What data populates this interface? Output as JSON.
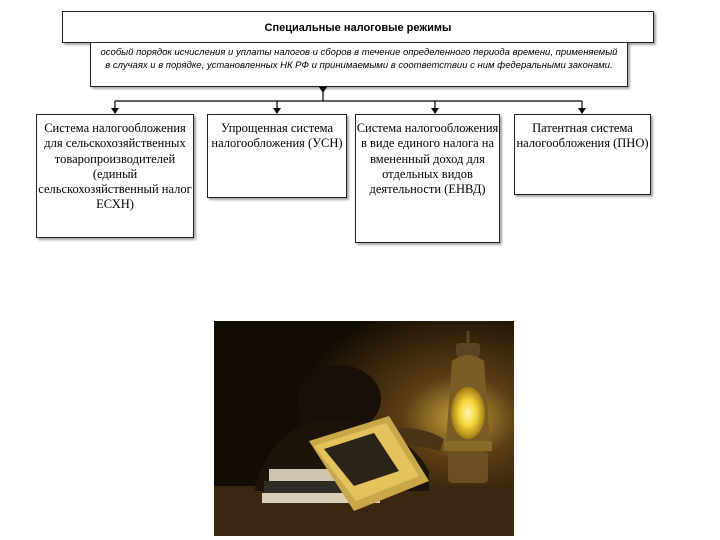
{
  "diagram": {
    "title": "Специальные налоговые режимы",
    "definition": "особый порядок исчисления и уплаты налогов и сборов в течение определенного периода времени, применяемый в случаях и в порядке, установленных НК РФ и принимаемыми в соответствии с ним федеральными законами.",
    "regimes": [
      "Система налогообложения для сельскохозяйственных товаропроизводителей (единый сельскохозяйственный налог ЕСХН)",
      "Упрощенная система налогообложения (УСН)",
      "Система налогообложения в виде единого налога на вмененный доход для отдельных видов деятельности (ЕНВД)",
      "Патентная система налогообложения (ПНО)"
    ]
  },
  "colors": {
    "line": "#000000",
    "photo_background": "#1a1208",
    "lamp_glow": "#f4d63a"
  },
  "photo": {
    "subject": "person-asleep-on-books-with-lantern"
  }
}
